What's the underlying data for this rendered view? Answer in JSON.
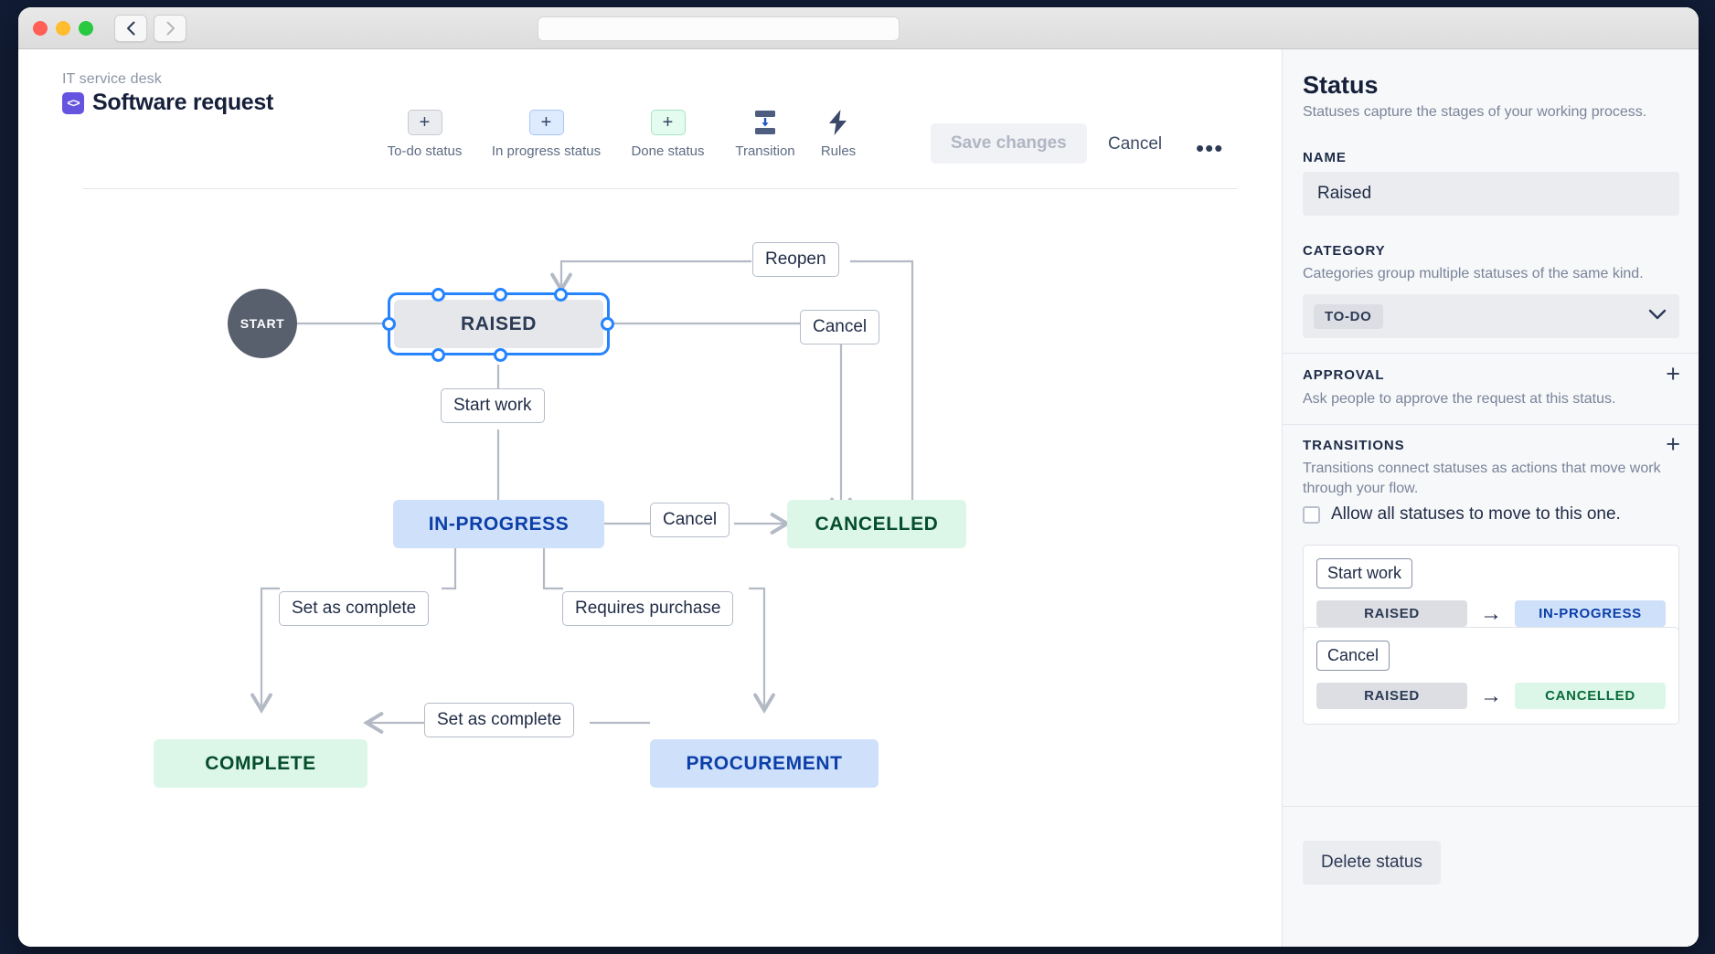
{
  "window": {
    "lights": [
      "close",
      "minimize",
      "maximize"
    ],
    "back_icon": "chevron-left-icon",
    "forward_icon": "chevron-right-icon",
    "address_value": ""
  },
  "header": {
    "breadcrumb": "IT service desk",
    "title": "Software request",
    "app_icon_glyph": "<>",
    "save_label": "Save changes",
    "cancel_label": "Cancel",
    "more_label": "•••"
  },
  "toolbar": {
    "items": [
      {
        "label": "To-do status",
        "glyph": "+",
        "kind": "todo"
      },
      {
        "label": "In progress status",
        "glyph": "+",
        "kind": "progress"
      },
      {
        "label": "Done status",
        "glyph": "+",
        "kind": "done"
      },
      {
        "label": "Transition",
        "glyph": "transition-icon",
        "kind": "icon"
      },
      {
        "label": "Rules",
        "glyph": "lightning-icon",
        "kind": "icon"
      }
    ]
  },
  "diagram": {
    "start_label": "START",
    "nodes": [
      {
        "id": "raised",
        "label": "RAISED",
        "category": "todo",
        "selected": true
      },
      {
        "id": "in_progress",
        "label": "IN-PROGRESS",
        "category": "progress",
        "selected": false
      },
      {
        "id": "cancelled",
        "label": "CANCELLED",
        "category": "done",
        "selected": false
      },
      {
        "id": "complete",
        "label": "COMPLETE",
        "category": "done",
        "selected": false
      },
      {
        "id": "procurement",
        "label": "PROCUREMENT",
        "category": "progress",
        "selected": false
      }
    ],
    "edges": [
      {
        "label": "Reopen",
        "from": "cancelled",
        "to": "raised"
      },
      {
        "label": "Cancel",
        "from": "raised",
        "to": "cancelled"
      },
      {
        "label": "Start work",
        "from": "raised",
        "to": "in_progress"
      },
      {
        "label": "Cancel",
        "from": "in_progress",
        "to": "cancelled"
      },
      {
        "label": "Set as complete",
        "from": "in_progress",
        "to": "complete"
      },
      {
        "label": "Requires purchase",
        "from": "in_progress",
        "to": "procurement"
      },
      {
        "label": "Set as complete",
        "from": "procurement",
        "to": "complete"
      }
    ]
  },
  "panel": {
    "title": "Status",
    "subtitle": "Statuses capture the stages of your working process.",
    "name_label": "NAME",
    "name_value": "Raised",
    "category_label": "CATEGORY",
    "category_desc": "Categories group multiple statuses of the same kind.",
    "category_value": "TO-DO",
    "category_caret": "chevron-down-icon",
    "approval_label": "APPROVAL",
    "approval_desc": "Ask people to approve the request at this status.",
    "approval_add": "+",
    "transitions_label": "TRANSITIONS",
    "transitions_desc": "Transitions connect statuses as actions that move work through your flow.",
    "transitions_add": "+",
    "allow_all_label": "Allow all statuses to move to this one.",
    "allow_all_checked": false,
    "transitions": [
      {
        "name": "Start work",
        "from": "RAISED",
        "from_category": "todo",
        "to": "IN-PROGRESS",
        "to_category": "progress",
        "arrow": "→"
      },
      {
        "name": "Cancel",
        "from": "RAISED",
        "from_category": "todo",
        "to": "CANCELLED",
        "to_category": "done",
        "arrow": "→"
      }
    ],
    "delete_label": "Delete status"
  },
  "colors": {
    "accent_blue": "#2684ff",
    "todo_bg": "#e6e7ea",
    "progress_bg": "#cfe0fb",
    "done_bg": "#dcf7e8",
    "brand_purple": "#6554e0"
  }
}
